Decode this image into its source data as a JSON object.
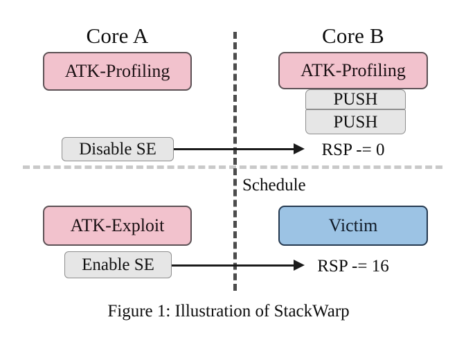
{
  "figure": {
    "caption": "Figure 1: Illustration of StackWarp",
    "divider_label": "Schedule",
    "colors": {
      "attacker_fill": "#f2c2cd",
      "attacker_border": "#5b5054",
      "victim_fill": "#9cc3e4",
      "victim_border": "#24384f",
      "neutral_fill": "#e6e6e6",
      "neutral_border": "#8d8d8d",
      "vertical_divider": "#4c4c4c",
      "horizontal_divider": "#c9c9c9",
      "arrow": "#1b1b1b",
      "background": "#ffffff"
    }
  },
  "columns": {
    "left": {
      "header": "Core A"
    },
    "right": {
      "header": "Core B"
    }
  },
  "phase_profiling": {
    "left": {
      "process": "ATK-Profiling",
      "action": "Disable SE"
    },
    "right": {
      "process": "ATK-Profiling",
      "stack_frames": [
        "PUSH",
        "PUSH"
      ],
      "result": "RSP -= 0"
    }
  },
  "phase_exploit": {
    "left": {
      "process": "ATK-Exploit",
      "action": "Enable SE"
    },
    "right": {
      "process": "Victim",
      "result": "RSP -= 16"
    }
  }
}
